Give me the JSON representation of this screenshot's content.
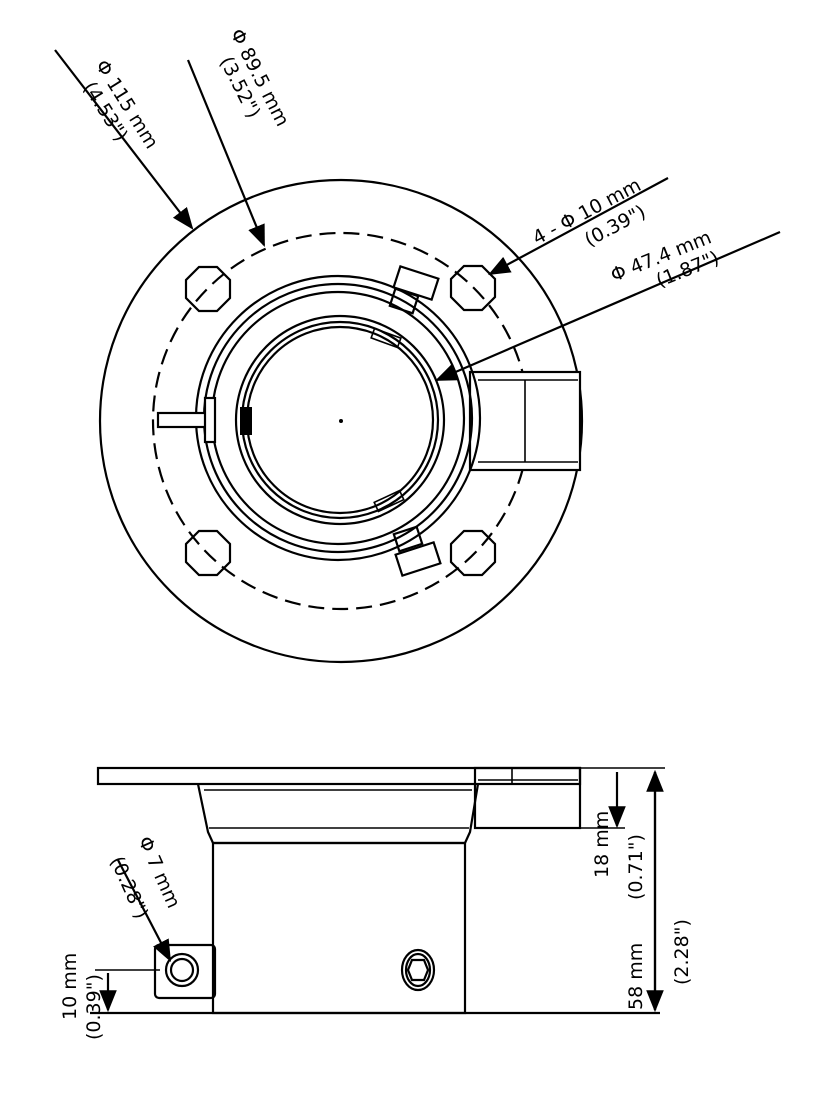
{
  "top_view": {
    "outer_diameter": {
      "mm": "Φ 115 mm",
      "in": "(4.53\")"
    },
    "bolt_circle_diameter": {
      "mm": "Φ 89.5 mm",
      "in": "(3.52\")"
    },
    "mounting_holes": {
      "mm": "4 - Φ 10 mm",
      "in": "(0.39\")"
    },
    "inner_diameter": {
      "mm": "Φ 47.4 mm",
      "in": "(1.87\")"
    }
  },
  "side_view": {
    "flange_height": {
      "mm": "18 mm",
      "in": "(0.71\")"
    },
    "total_height": {
      "mm": "58 mm",
      "in": "(2.28\")"
    },
    "lug_hole": {
      "mm": "Φ 7 mm",
      "in": "(0.28\")"
    },
    "lug_height": {
      "mm": "10 mm",
      "in": "(0.39\")"
    }
  }
}
